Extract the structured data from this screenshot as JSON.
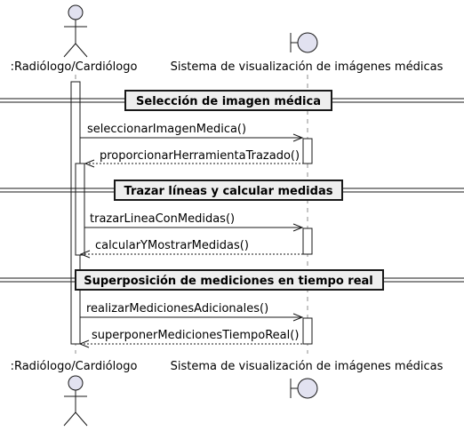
{
  "participants": {
    "actor": {
      "name": ":Radiólogo/Cardiólogo",
      "icon": "stick-figure-actor-icon"
    },
    "boundary": {
      "name": "Sistema de visualización de imágenes médicas",
      "icon": "boundary-icon"
    }
  },
  "sections": [
    "Selección de imagen médica",
    "Trazar líneas y calcular medidas",
    "Superposición de mediciones en tiempo real"
  ],
  "messages": [
    "seleccionarImagenMedica()",
    "proporcionarHerramientaTrazado()",
    "trazarLineaConMedidas()",
    "calcularYMostrarMedidas()",
    "realizarMedicionesAdicionales()",
    "superponerMedicionesTiempoReal()"
  ],
  "colors": {
    "participant_fill": "#E2E2F0",
    "activation_fill": "#FFFFFF",
    "section_fill": "#EEEEEE",
    "line": "#181818"
  }
}
